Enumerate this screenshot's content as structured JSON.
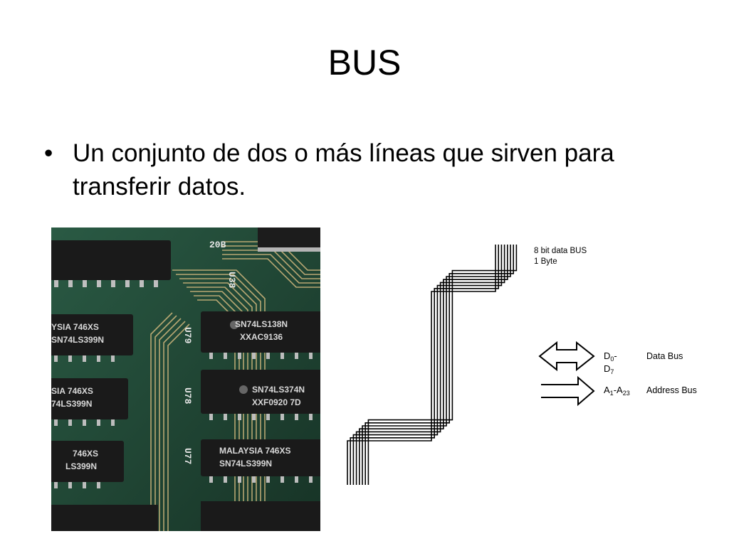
{
  "slide": {
    "title": "BUS",
    "bullet": "Un conjunto de dos o más líneas que sirven para transferir datos."
  },
  "photo": {
    "board_labels": [
      "20B",
      "U38",
      "U79",
      "U78",
      "U77"
    ],
    "chips": [
      {
        "line1": "SN74LS138N",
        "line2": "XXAC9136"
      },
      {
        "line1": "SN74LS374N",
        "line2": "XXF0920 7D"
      },
      {
        "line1": "MALAYSIA 746XS",
        "line2": "SN74LS399N"
      },
      {
        "line1": "YSIA 746XS",
        "line2": "SN74LS399N"
      },
      {
        "line1": "SIA 746XS",
        "line2": "74LS399N"
      },
      {
        "line1": "746XS",
        "line2": "LS399N"
      }
    ]
  },
  "diagram": {
    "caption_line1": "8 bit data BUS",
    "caption_line2": "1 Byte",
    "data_bus": {
      "sym_main": "D",
      "sub0": "0",
      "dash": "-",
      "sym_second": "D",
      "sub1": "7",
      "label": "Data Bus"
    },
    "address_bus": {
      "sym_a": "A",
      "sub_a": "1",
      "dash": "-",
      "sym_b": "A",
      "sub_b": "23",
      "label": "Address Bus"
    },
    "lines_count": 8
  }
}
